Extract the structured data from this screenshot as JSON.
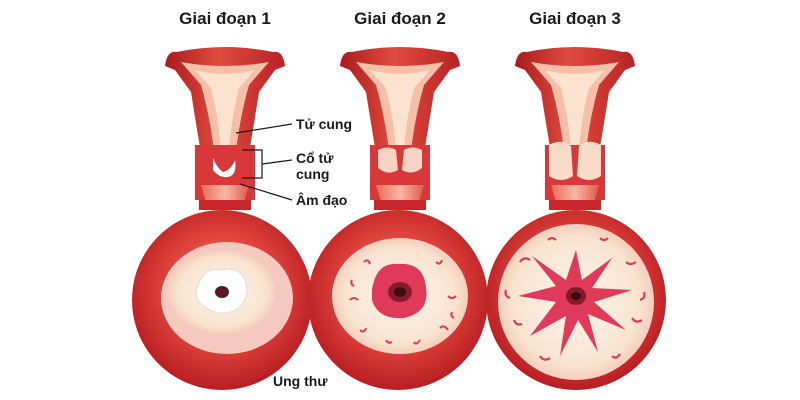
{
  "stages": [
    {
      "title": "Giai đoạn 1"
    },
    {
      "title": "Giai đoạn 2"
    },
    {
      "title": "Giai đoạn 3"
    }
  ],
  "labels": {
    "uterus": "Tử cung",
    "cervix": "Cổ tử cung",
    "vagina": "Âm đạo",
    "cancer": "Ung thư"
  },
  "colors": {
    "tissue_red": "#c8262a",
    "tissue_light": "#f2a090",
    "cavity": "#fbe3cf",
    "arrow": "#2f63b0",
    "lesion_pink": "#e03a5a"
  }
}
